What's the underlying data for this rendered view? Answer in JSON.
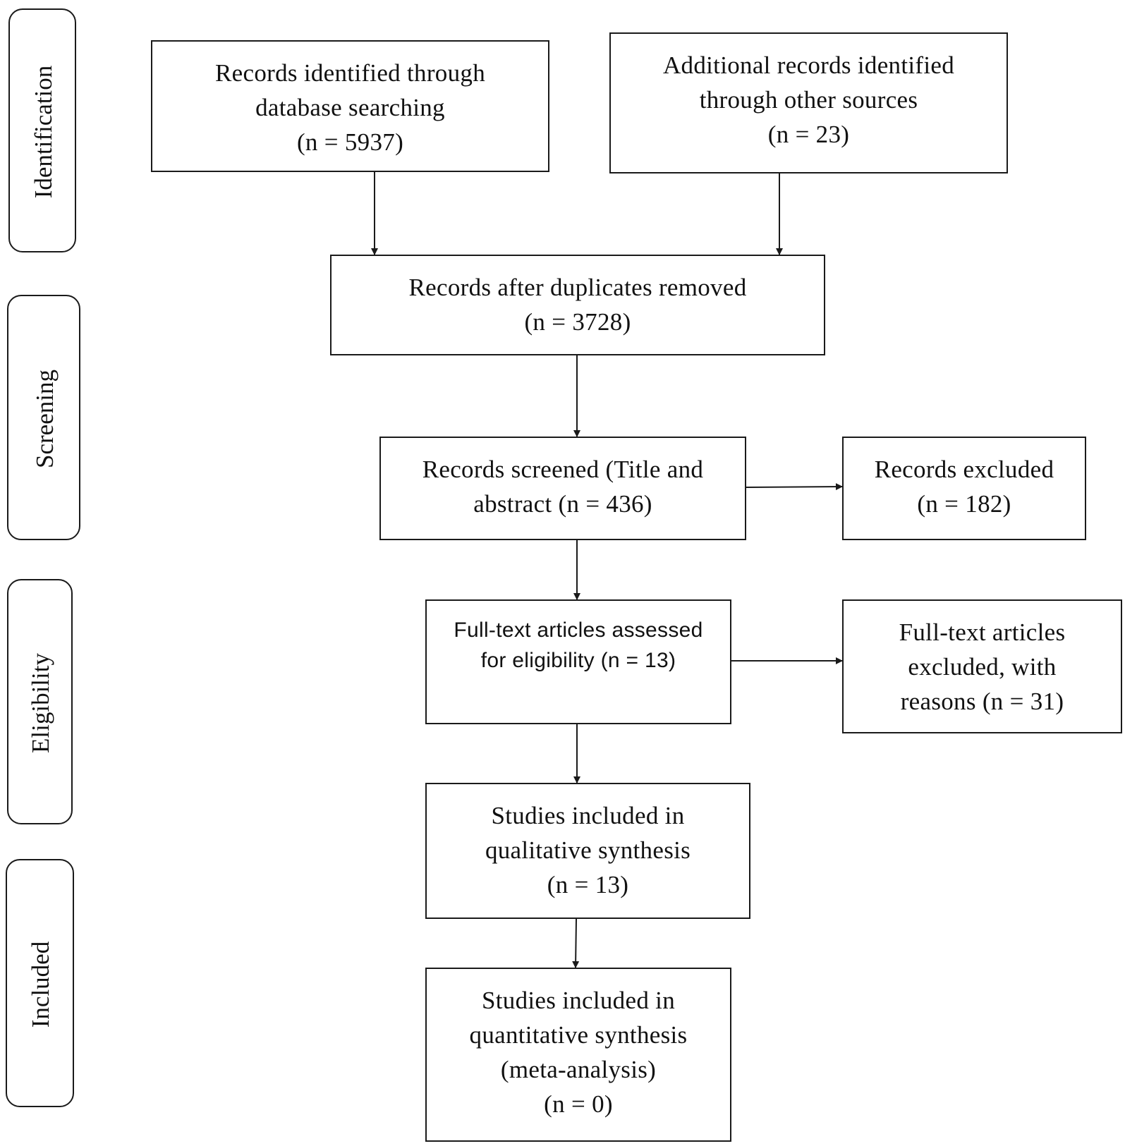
{
  "stages": {
    "identification": "Identification",
    "screening": "Screening",
    "eligibility": "Eligibility",
    "included": "Included"
  },
  "boxes": {
    "database": {
      "line1": "Records identified through",
      "line2": "database searching",
      "line3": "(n = 5937)"
    },
    "other_sources": {
      "line1": "Additional records identified",
      "line2": "through other sources",
      "line3": "(n = 23)"
    },
    "duplicates_removed": {
      "line1": "Records after duplicates removed",
      "line2": "(n = 3728)"
    },
    "screened": {
      "line1": "Records screened (Title and",
      "line2": "abstract (n = 436)"
    },
    "excluded": {
      "line1": "Records excluded",
      "line2": "(n = 182)"
    },
    "fulltext_assessed": {
      "line1": "Full-text articles assessed",
      "line2": "for eligibility  (n = 13)"
    },
    "fulltext_excluded": {
      "line1": "Full-text articles",
      "line2": "excluded, with",
      "line3": "reasons  (n = 31)"
    },
    "qualitative": {
      "line1": "Studies included in",
      "line2": "qualitative synthesis",
      "line3": "(n = 13)"
    },
    "quantitative": {
      "line1": "Studies included in",
      "line2": "quantitative synthesis",
      "line3": "(meta-analysis)",
      "line4": "(n = 0)"
    }
  }
}
